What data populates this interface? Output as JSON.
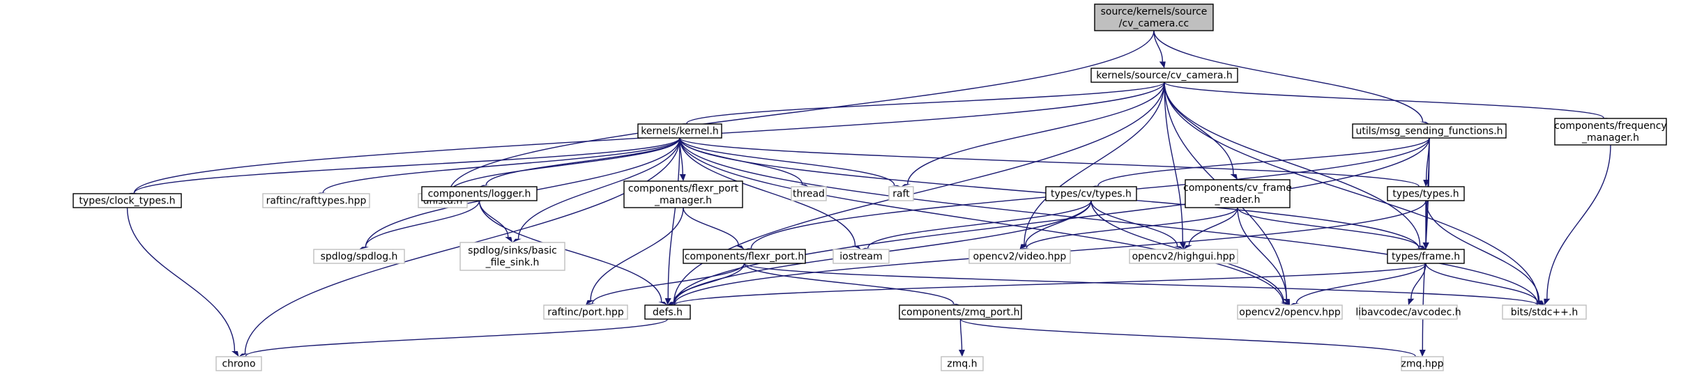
{
  "colors": {
    "edge": "#191970",
    "root_fill": "#bfbfbf",
    "external_border": "#bfbfbf",
    "node_border": "#000000"
  },
  "nodes": [
    {
      "id": "cv_camera_cc",
      "label": [
        "source/kernels/source",
        "/cv_camera.cc"
      ],
      "style": "root"
    },
    {
      "id": "cv_camera_h",
      "label": [
        "kernels/source/cv_camera.h"
      ],
      "style": "doc"
    },
    {
      "id": "unistd",
      "label": [
        "unistd.h"
      ],
      "style": "ext"
    },
    {
      "id": "msg_sending",
      "label": [
        "utils/msg_sending_functions.h"
      ],
      "style": "doc"
    },
    {
      "id": "kernel_h",
      "label": [
        "kernels/kernel.h"
      ],
      "style": "doc"
    },
    {
      "id": "freq_mgr",
      "label": [
        "components/frequency",
        "_manager.h"
      ],
      "style": "doc"
    },
    {
      "id": "clock_types",
      "label": [
        "types/clock_types.h"
      ],
      "style": "doc"
    },
    {
      "id": "rafttypes",
      "label": [
        "raftinc/rafttypes.hpp"
      ],
      "style": "ext"
    },
    {
      "id": "logger",
      "label": [
        "components/logger.h"
      ],
      "style": "doc"
    },
    {
      "id": "flexr_port_mgr",
      "label": [
        "components/flexr_port",
        "_manager.h"
      ],
      "style": "doc"
    },
    {
      "id": "thread",
      "label": [
        "thread"
      ],
      "style": "ext"
    },
    {
      "id": "raft",
      "label": [
        "raft"
      ],
      "style": "ext"
    },
    {
      "id": "cv_types",
      "label": [
        "types/cv/types.h"
      ],
      "style": "doc"
    },
    {
      "id": "cv_frame_reader",
      "label": [
        "components/cv_frame",
        "_reader.h"
      ],
      "style": "doc"
    },
    {
      "id": "types_h",
      "label": [
        "types/types.h"
      ],
      "style": "doc"
    },
    {
      "id": "spdlog",
      "label": [
        "spdlog/spdlog.h"
      ],
      "style": "ext"
    },
    {
      "id": "basic_file_sink",
      "label": [
        "spdlog/sinks/basic",
        "_file_sink.h"
      ],
      "style": "ext"
    },
    {
      "id": "flexr_port",
      "label": [
        "components/flexr_port.h"
      ],
      "style": "doc"
    },
    {
      "id": "iostream",
      "label": [
        "iostream"
      ],
      "style": "ext"
    },
    {
      "id": "video_hpp",
      "label": [
        "opencv2/video.hpp"
      ],
      "style": "ext"
    },
    {
      "id": "highgui_hpp",
      "label": [
        "opencv2/highgui.hpp"
      ],
      "style": "ext"
    },
    {
      "id": "frame_h",
      "label": [
        "types/frame.h"
      ],
      "style": "doc"
    },
    {
      "id": "raftinc_port",
      "label": [
        "raftinc/port.hpp"
      ],
      "style": "ext"
    },
    {
      "id": "defs_h",
      "label": [
        "defs.h"
      ],
      "style": "doc"
    },
    {
      "id": "zmq_port",
      "label": [
        "components/zmq_port.h"
      ],
      "style": "doc"
    },
    {
      "id": "opencv_hpp",
      "label": [
        "opencv2/opencv.hpp"
      ],
      "style": "ext"
    },
    {
      "id": "avcodec",
      "label": [
        "libavcodec/avcodec.h"
      ],
      "style": "ext"
    },
    {
      "id": "bits_stdcpp",
      "label": [
        "bits/stdc++.h"
      ],
      "style": "ext"
    },
    {
      "id": "chrono",
      "label": [
        "chrono"
      ],
      "style": "ext"
    },
    {
      "id": "zmq_h",
      "label": [
        "zmq.h"
      ],
      "style": "ext"
    },
    {
      "id": "zmq_hpp",
      "label": [
        "zmq.hpp"
      ],
      "style": "ext"
    }
  ],
  "edges": [
    [
      "cv_camera_cc",
      "cv_camera_h"
    ],
    [
      "cv_camera_cc",
      "unistd"
    ],
    [
      "cv_camera_cc",
      "msg_sending"
    ],
    [
      "cv_camera_h",
      "kernel_h"
    ],
    [
      "cv_camera_h",
      "clock_types"
    ],
    [
      "cv_camera_h",
      "raft"
    ],
    [
      "cv_camera_h",
      "defs_h"
    ],
    [
      "cv_camera_h",
      "video_hpp"
    ],
    [
      "cv_camera_h",
      "highgui_hpp"
    ],
    [
      "cv_camera_h",
      "cv_frame_reader"
    ],
    [
      "cv_camera_h",
      "opencv_hpp"
    ],
    [
      "cv_camera_h",
      "frame_h"
    ],
    [
      "cv_camera_h",
      "freq_mgr"
    ],
    [
      "cv_camera_h",
      "bits_stdcpp"
    ],
    [
      "kernel_h",
      "unistd"
    ],
    [
      "kernel_h",
      "clock_types"
    ],
    [
      "kernel_h",
      "rafttypes"
    ],
    [
      "kernel_h",
      "logger"
    ],
    [
      "kernel_h",
      "flexr_port_mgr"
    ],
    [
      "kernel_h",
      "thread"
    ],
    [
      "kernel_h",
      "raft"
    ],
    [
      "kernel_h",
      "spdlog"
    ],
    [
      "kernel_h",
      "basic_file_sink"
    ],
    [
      "kernel_h",
      "iostream"
    ],
    [
      "kernel_h",
      "defs_h"
    ],
    [
      "kernel_h",
      "chrono"
    ],
    [
      "kernel_h",
      "opencv_hpp"
    ],
    [
      "kernel_h",
      "types_h"
    ],
    [
      "kernel_h",
      "frame_h"
    ],
    [
      "kernel_h",
      "bits_stdcpp"
    ],
    [
      "msg_sending",
      "cv_types"
    ],
    [
      "msg_sending",
      "types_h"
    ],
    [
      "msg_sending",
      "frame_h"
    ],
    [
      "msg_sending",
      "flexr_port"
    ],
    [
      "msg_sending",
      "defs_h"
    ],
    [
      "msg_sending",
      "zmq_hpp"
    ],
    [
      "freq_mgr",
      "bits_stdcpp"
    ],
    [
      "clock_types",
      "chrono"
    ],
    [
      "logger",
      "spdlog"
    ],
    [
      "logger",
      "basic_file_sink"
    ],
    [
      "logger",
      "defs_h"
    ],
    [
      "flexr_port_mgr",
      "flexr_port"
    ],
    [
      "flexr_port_mgr",
      "raftinc_port"
    ],
    [
      "cv_types",
      "iostream"
    ],
    [
      "cv_types",
      "video_hpp"
    ],
    [
      "cv_types",
      "highgui_hpp"
    ],
    [
      "cv_types",
      "opencv_hpp"
    ],
    [
      "cv_types",
      "defs_h"
    ],
    [
      "cv_frame_reader",
      "video_hpp"
    ],
    [
      "cv_frame_reader",
      "highgui_hpp"
    ],
    [
      "cv_frame_reader",
      "frame_h"
    ],
    [
      "cv_frame_reader",
      "opencv_hpp"
    ],
    [
      "types_h",
      "frame_h"
    ],
    [
      "types_h",
      "bits_stdcpp"
    ],
    [
      "types_h",
      "defs_h"
    ],
    [
      "flexr_port",
      "raftinc_port"
    ],
    [
      "flexr_port",
      "defs_h"
    ],
    [
      "flexr_port",
      "zmq_port"
    ],
    [
      "flexr_port",
      "bits_stdcpp"
    ],
    [
      "frame_h",
      "defs_h"
    ],
    [
      "frame_h",
      "opencv_hpp"
    ],
    [
      "frame_h",
      "avcodec"
    ],
    [
      "frame_h",
      "bits_stdcpp"
    ],
    [
      "defs_h",
      "chrono"
    ],
    [
      "zmq_port",
      "zmq_h"
    ],
    [
      "zmq_port",
      "zmq_hpp"
    ]
  ]
}
